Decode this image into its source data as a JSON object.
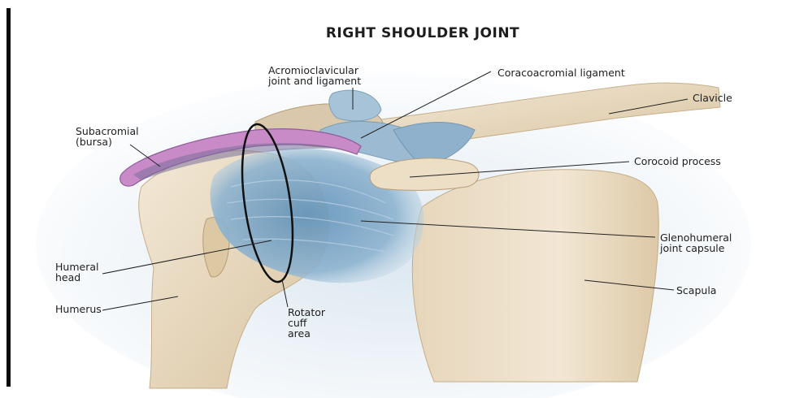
{
  "title": "RIGHT SHOULDER JOINT",
  "labels": {
    "acromioclavicular": "Acromioclavicular\njoint and ligament",
    "coracoacromial": "Coracoacromial ligament",
    "clavicle": "Clavicle",
    "subacromial": "Subacromial\n(bursa)",
    "corocoid": "Corocoid process",
    "humeral_head": "Humeral\nhead",
    "humerus": "Humerus",
    "glenohumeral": "Glenohumeral\njoint capsule",
    "scapula": "Scapula",
    "rotator_cuff": "Rotator\ncuff\narea"
  },
  "colors": {
    "bone": "#e9dcc4",
    "bone_shade": "#c9b28c",
    "ligament": "#9fbdd4",
    "capsule": "#6f9dbf",
    "bursa": "#c98bc8",
    "bursa_inner": "#7a6f9b",
    "background_tint": "#e4edf4"
  }
}
